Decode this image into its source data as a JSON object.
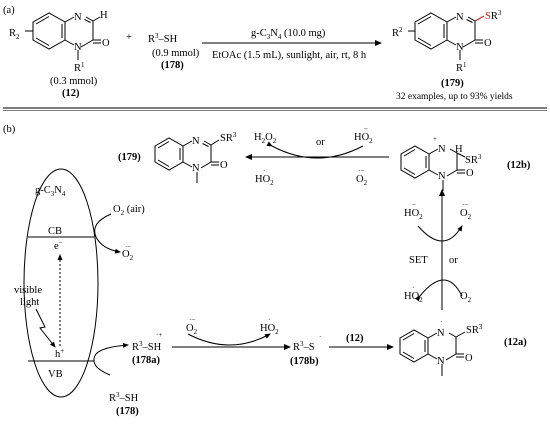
{
  "panel_a": {
    "label": "(a)",
    "reactant": {
      "sub": "R",
      "sub_num": "2",
      "atom_n": "N",
      "atom_o": "O",
      "h": "H",
      "r1": "R",
      "r1_num": "1",
      "amount": "(0.3 mmol)",
      "id": "(12)"
    },
    "plus": "+",
    "thiol": {
      "r": "R",
      "r_num": "3",
      "sh": "SH",
      "amount": "(0.9 mmol)",
      "id": "(178)"
    },
    "conditions": {
      "catalyst": "g-C",
      "catalyst_n": "3",
      "catalyst_n2": "N",
      "catalyst_n3": "4",
      "catalyst_amt": " (10.0 mg)",
      "line2": "EtOAc (1.5 mL), sunlight, air, rt, 8 h"
    },
    "product": {
      "r2": "R",
      "r2_num": "2",
      "s": "S",
      "r3": "R",
      "r3_num": "3",
      "r1": "R",
      "r1_num": "1",
      "id": "(179)",
      "note": "32 examples, up to 93% yields"
    }
  },
  "panel_b": {
    "label": "(b)",
    "catalyst_label": {
      "main": "g-C",
      "sub1": "3",
      "n": "N",
      "sub2": "4"
    },
    "cb": "CB",
    "vb": "VB",
    "electron": "e",
    "hole": "h",
    "visible_light": [
      "visible",
      "light"
    ],
    "o2_air": "O",
    "o2_air_sub": "2",
    "o2_air_suffix": " (air)",
    "superoxide": {
      "o": "O",
      "sub": "2"
    },
    "radical_cation": {
      "r": "R",
      "num": "3",
      "sh": "SH",
      "id": "(178a)"
    },
    "thiol_bottom": {
      "r": "R",
      "num": "3",
      "sh": "SH",
      "id": "(178)"
    },
    "thiyl_radical": {
      "r": "R",
      "num": "3",
      "s": "S",
      "id": "(178b)"
    },
    "intermediate_12": "(12)",
    "hydroperoxyl": {
      "ho": "HO",
      "sub": "2"
    },
    "h2o2": {
      "h": "H",
      "sub1": "2",
      "o": "O",
      "sub2": "2"
    },
    "or": "or",
    "set": "SET",
    "intermediate_12a": "(12a)",
    "intermediate_12b": "(12b)",
    "product_179": "(179)",
    "atoms": {
      "n": "N",
      "o": "O",
      "s": "S",
      "r": "R",
      "h": "H",
      "plus": "+",
      "num3": "3"
    }
  }
}
